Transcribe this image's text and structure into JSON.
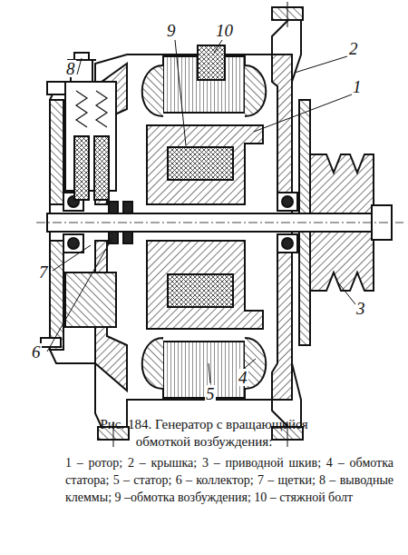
{
  "diagram": {
    "caption": "Рис. 184. Генератор с вращающейся обмоткой возбуждения:",
    "labels": [
      "8",
      "9",
      "10",
      "2",
      "1",
      "7",
      "6",
      "3",
      "5",
      "4",
      "1 – ротор; 2 – крышка; 3 – приводной шкив; 4 – обмотка статора; 5 – статор; 6 – коллектор; 7 – щетки; 8 – выводные клеммы; 9 –обмотка возбуждения; 10 – стяжной болт"
    ]
  }
}
